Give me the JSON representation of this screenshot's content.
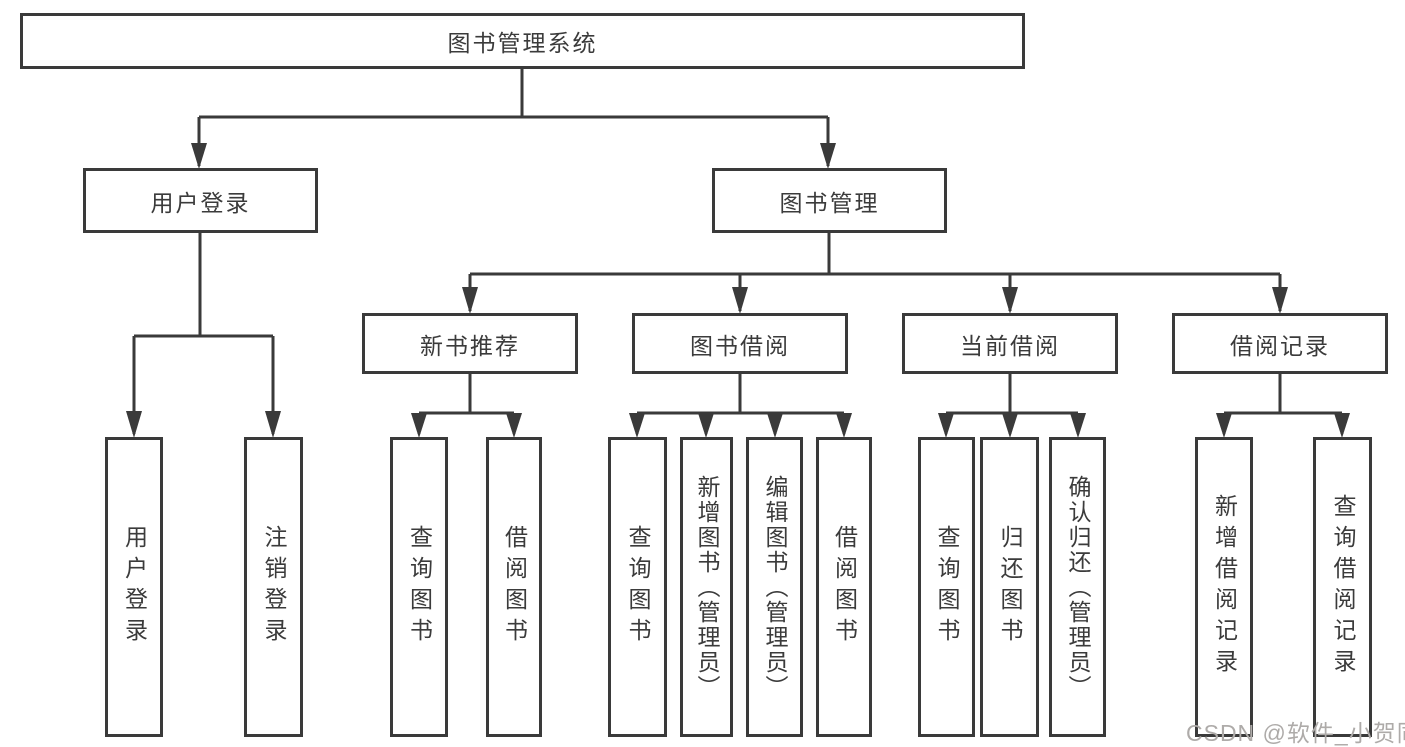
{
  "tree": {
    "label": "图书管理系统",
    "children": [
      {
        "label": "用户登录",
        "children": [
          {
            "label": "用户登录"
          },
          {
            "label": "注销登录"
          }
        ]
      },
      {
        "label": "图书管理",
        "children": [
          {
            "label": "新书推荐",
            "children": [
              {
                "label": "查询图书"
              },
              {
                "label": "借阅图书"
              }
            ]
          },
          {
            "label": "图书借阅",
            "children": [
              {
                "label": "查询图书"
              },
              {
                "label": "新增图书（管理员）"
              },
              {
                "label": "编辑图书（管理员）"
              },
              {
                "label": "借阅图书"
              }
            ]
          },
          {
            "label": "当前借阅",
            "children": [
              {
                "label": "查询图书"
              },
              {
                "label": "归还图书"
              },
              {
                "label": "确认归还（管理员）"
              }
            ]
          },
          {
            "label": "借阅记录",
            "children": [
              {
                "label": "新增借阅记录"
              },
              {
                "label": "查询借阅记录"
              }
            ]
          }
        ]
      }
    ]
  },
  "watermark": "CSDN @软件_小贺同学",
  "colors": {
    "line": "#3a3a3a",
    "text": "#3b3b3b",
    "background": "#ffffff",
    "watermark": "#aeaba9"
  }
}
